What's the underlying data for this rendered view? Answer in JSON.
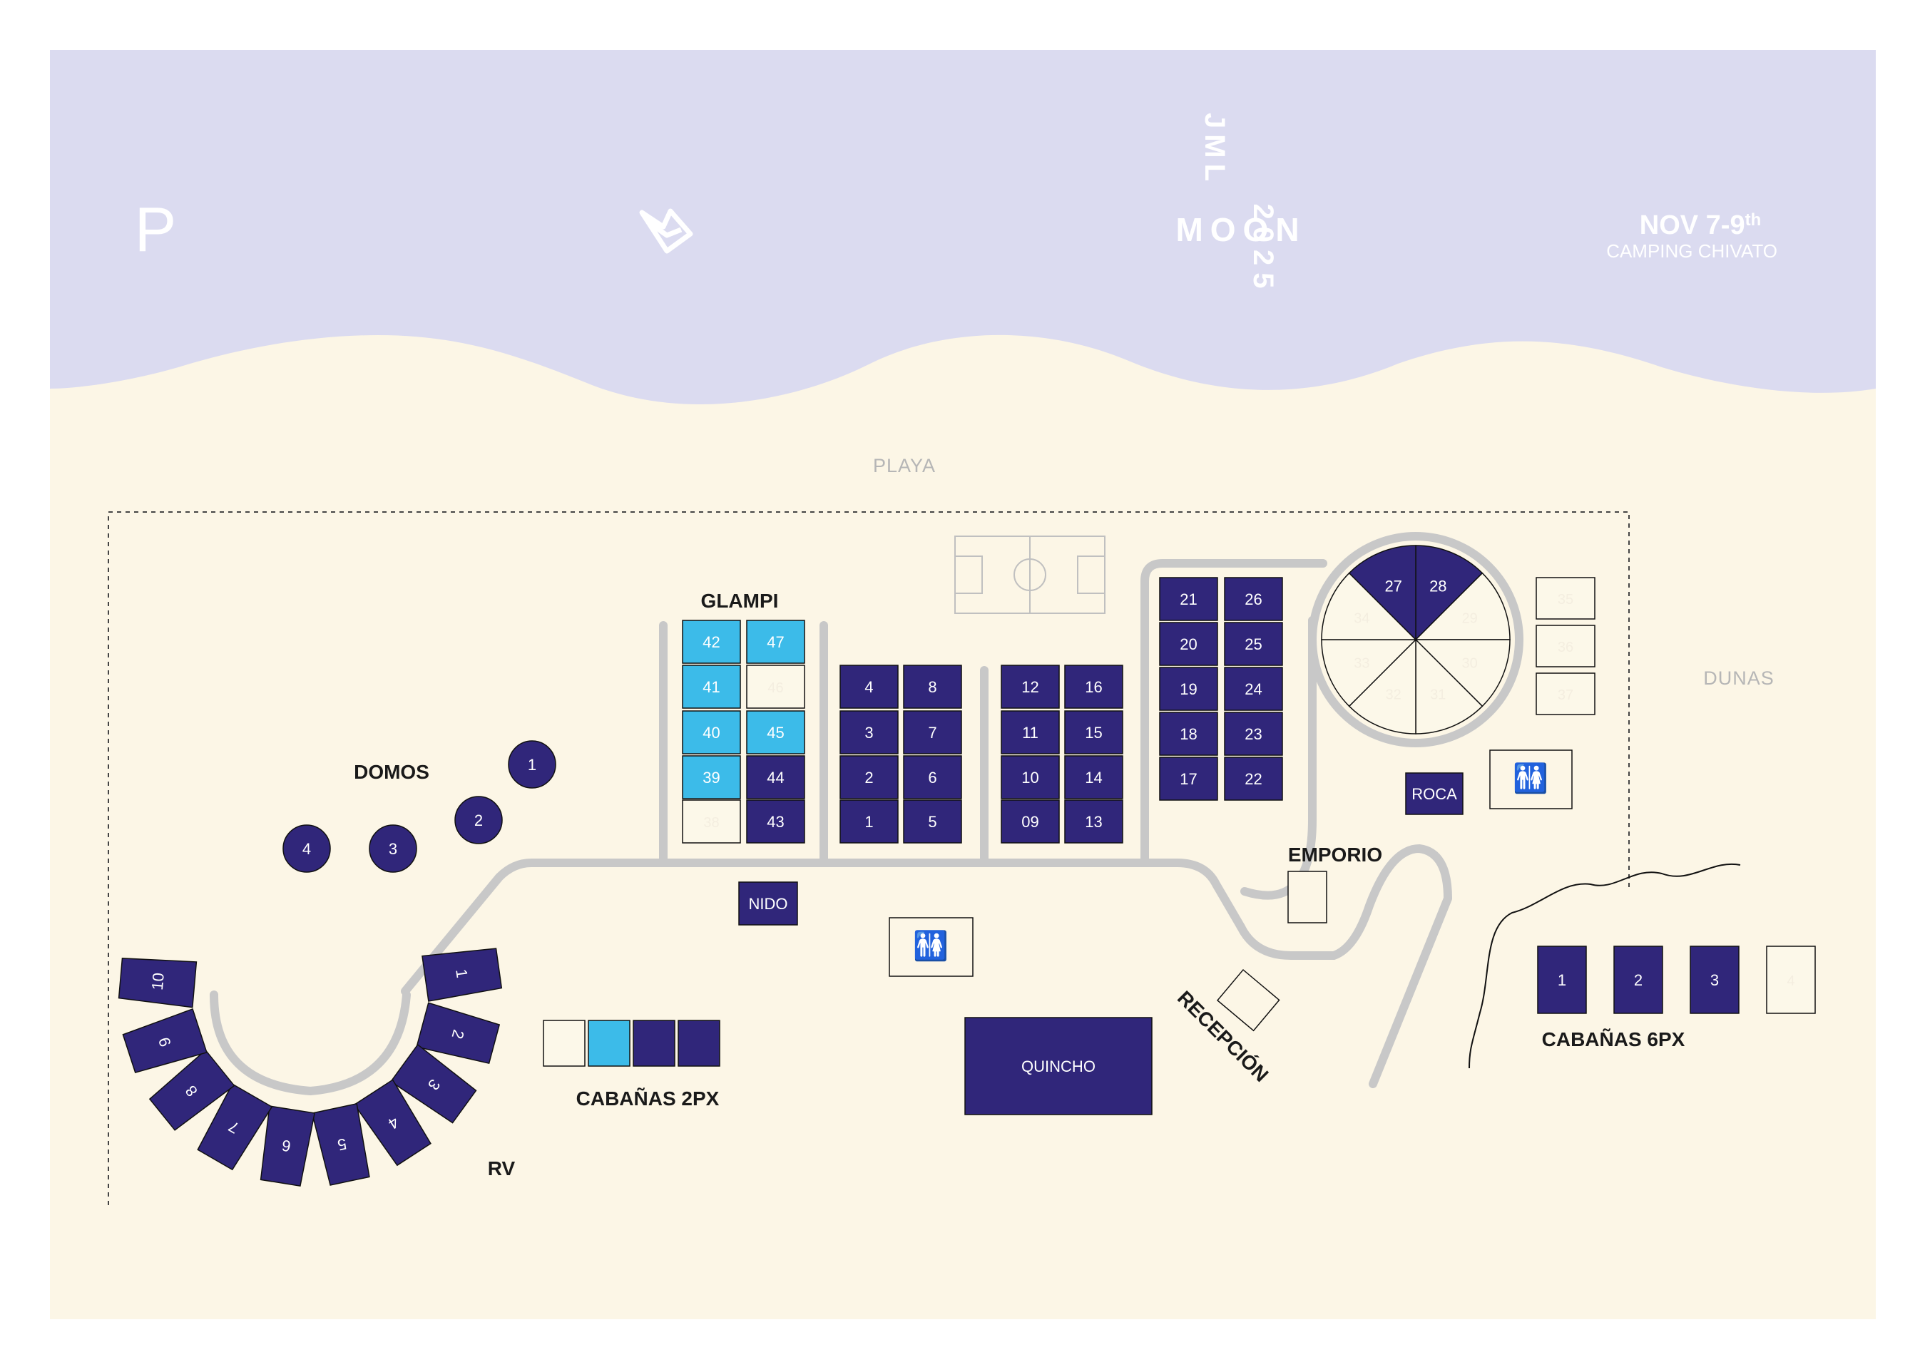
{
  "header": {
    "logo_letter": "P",
    "event_moon": "MOON",
    "event_jml": "JML",
    "event_year": "2025",
    "date_main": "NOV 7-9",
    "date_suffix": "th",
    "venue": "CAMPING CHIVATO"
  },
  "areas": {
    "playa": "PLAYA",
    "dunas": "DUNAS",
    "glampi": "GLAMPI",
    "domos": "DOMOS",
    "emporio": "EMPORIO",
    "recepcion": "RECEPCIÓN",
    "quincho": "QUINCHO",
    "cabanas_2px": "CABAÑAS 2PX",
    "cabanas_6px": "CABAÑAS 6PX",
    "rv": "RV",
    "nido": "NIDO",
    "roca": "ROCA"
  },
  "status_colors": {
    "occupied": "#30267a",
    "highlighted": "#3cbbe9",
    "available": "#fcf8e9",
    "sea": "#dbdbf0",
    "sand": "#fcf6e6",
    "path": "#c8c8c8"
  },
  "glampi_column": {
    "left": [
      {
        "n": "42",
        "s": "highlighted"
      },
      {
        "n": "41",
        "s": "highlighted"
      },
      {
        "n": "40",
        "s": "highlighted"
      },
      {
        "n": "39",
        "s": "highlighted"
      },
      {
        "n": "38",
        "s": "available"
      }
    ],
    "right": [
      {
        "n": "47",
        "s": "highlighted"
      },
      {
        "n": "46",
        "s": "available"
      },
      {
        "n": "45",
        "s": "highlighted"
      },
      {
        "n": "44",
        "s": "occupied"
      },
      {
        "n": "43",
        "s": "occupied"
      }
    ]
  },
  "block_a": {
    "left": [
      "4",
      "3",
      "2",
      "1"
    ],
    "right": [
      "8",
      "7",
      "6",
      "5"
    ]
  },
  "block_b": {
    "left": [
      "12",
      "11",
      "10",
      "09"
    ],
    "right": [
      "16",
      "15",
      "14",
      "13"
    ]
  },
  "block_c": {
    "left": [
      "21",
      "20",
      "19",
      "18",
      "17"
    ],
    "right": [
      "26",
      "25",
      "24",
      "23",
      "22"
    ]
  },
  "wheel": [
    {
      "n": "28",
      "s": "occupied"
    },
    {
      "n": "29",
      "s": "available"
    },
    {
      "n": "30",
      "s": "available"
    },
    {
      "n": "31",
      "s": "available"
    },
    {
      "n": "32",
      "s": "available"
    },
    {
      "n": "33",
      "s": "available"
    },
    {
      "n": "34",
      "s": "available"
    },
    {
      "n": "27",
      "s": "occupied"
    }
  ],
  "side_cabins": [
    "35",
    "36",
    "37"
  ],
  "domos": [
    "1",
    "2",
    "3",
    "4"
  ],
  "rv_slots": [
    "1",
    "2",
    "3",
    "4",
    "5",
    "6",
    "7",
    "8",
    "9",
    "10"
  ],
  "cabanas_2px": [
    {
      "s": "available"
    },
    {
      "s": "highlighted"
    },
    {
      "s": "occupied"
    },
    {
      "s": "occupied"
    }
  ],
  "cabanas_6px": [
    {
      "n": "1",
      "s": "occupied"
    },
    {
      "n": "2",
      "s": "occupied"
    },
    {
      "n": "3",
      "s": "occupied"
    },
    {
      "n": "4",
      "s": "available"
    }
  ]
}
